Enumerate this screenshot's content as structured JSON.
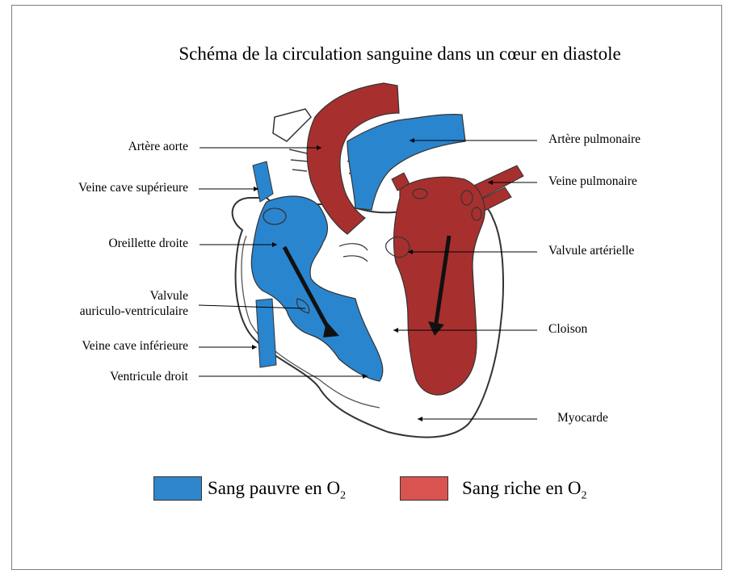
{
  "title": "Schéma de la circulation sanguine dans un cœur en diastole",
  "labels": {
    "artere_aorte": "Artère aorte",
    "veine_cave_superieure": "Veine cave supérieure",
    "oreillette_droite": "Oreillette droite",
    "valvule_av_line1": "Valvule",
    "valvule_av_line2": "auriculo-ventriculaire",
    "veine_cave_inferieure": "Veine cave inférieure",
    "ventricule_droit": "Ventricule droit",
    "artere_pulmonaire": "Artère pulmonaire",
    "veine_pulmonaire": "Veine pulmonaire",
    "valvule_arterielle": "Valvule artérielle",
    "cloison": "Cloison",
    "myocarde": "Myocarde"
  },
  "legend": {
    "poor": {
      "text": "Sang pauvre en O",
      "sub": "2",
      "color": "#2f86cb"
    },
    "rich": {
      "text": "Sang riche en O",
      "sub": "2",
      "color": "#d95451"
    }
  },
  "colors": {
    "deoxygenated": "#2a85cf",
    "oxygenated": "#a7302f",
    "outline": "#333333",
    "arrow": "#111111"
  },
  "icons": [
    "arrow-right-atrium-to-ventricle-icon",
    "arrow-left-atrium-to-ventricle-icon"
  ]
}
